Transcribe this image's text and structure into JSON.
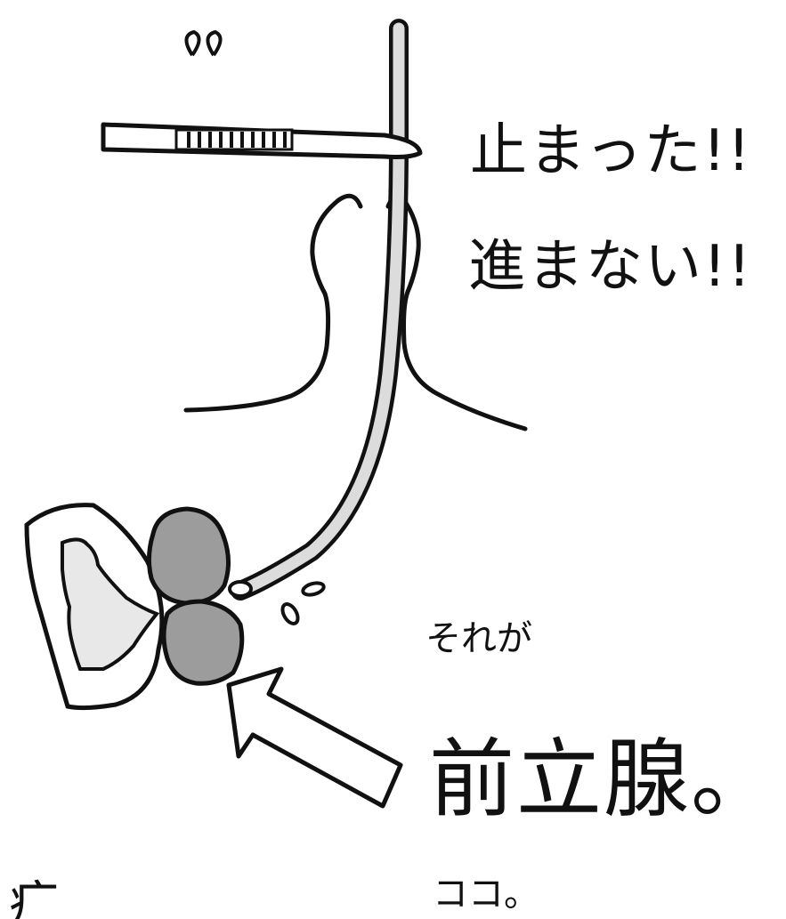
{
  "labels": {
    "stopped": "止まった!!",
    "wont_advance": "進まない!!",
    "that_is": "それが",
    "prostate": "前立腺。",
    "here": "ココ。",
    "partial_bottom_left": "疒"
  },
  "colors": {
    "ink": "#111111",
    "catheter": "#dcdcdc",
    "prostate_lobe": "#9c9c9c",
    "bladder_fill": "#e8e8e8",
    "background": "#ffffff"
  }
}
